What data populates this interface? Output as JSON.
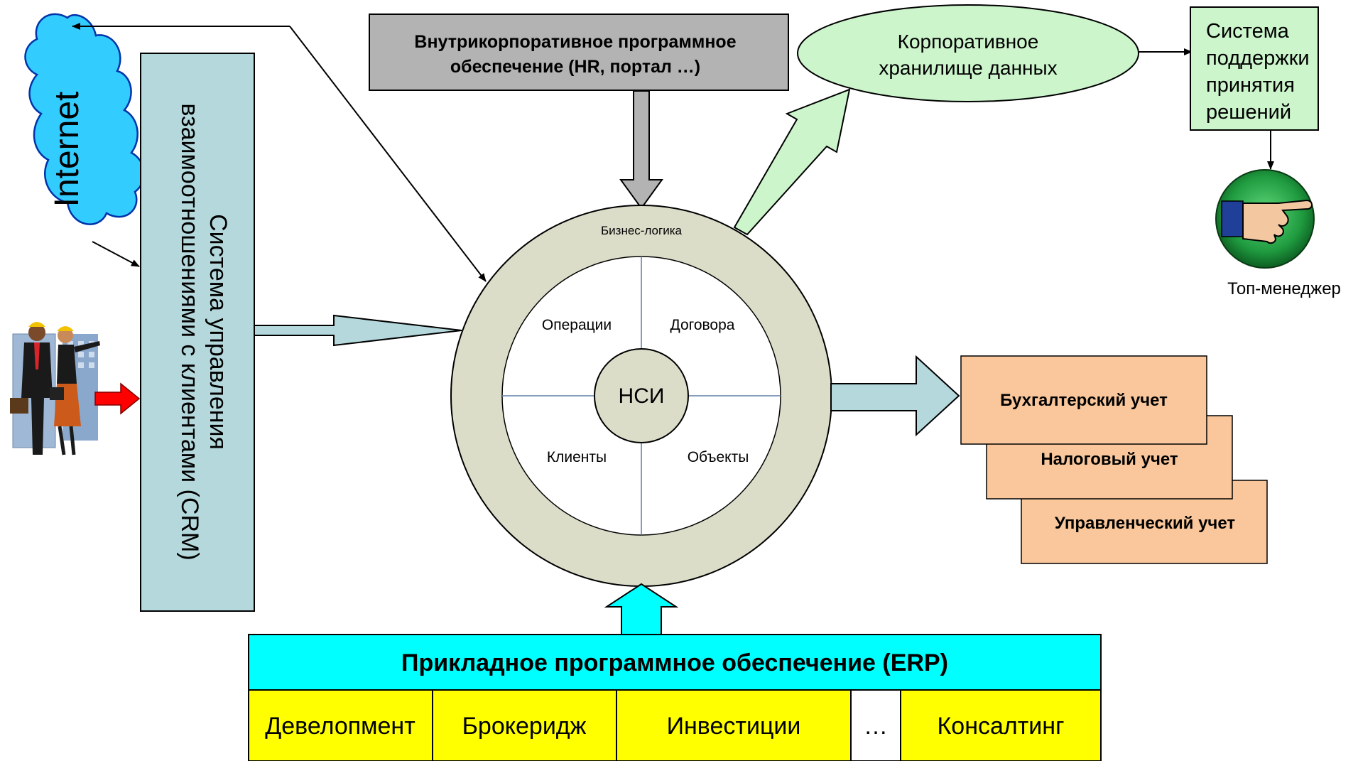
{
  "internet": {
    "label": "Internet"
  },
  "crm": {
    "label_line1": "Система управления",
    "label_line2": "взаимоотношениями с клиентами (CRM)"
  },
  "intranet": {
    "label_line1": "Внутрикорпоративное программное",
    "label_line2": "обеспечение (HR, портал …)"
  },
  "warehouse": {
    "label_line1": "Корпоративное",
    "label_line2": "хранилище данных"
  },
  "dss": {
    "lines": [
      "Система",
      "поддержки",
      "принятия",
      "решений"
    ]
  },
  "top_manager": {
    "label": "Топ-менеджер"
  },
  "core": {
    "ring_label": "Бизнес-логика",
    "center_label": "НСИ",
    "quadrants": {
      "top_left": "Операции",
      "top_right": "Договора",
      "bottom_left": "Клиенты",
      "bottom_right": "Объекты"
    }
  },
  "accounting": {
    "items": [
      "Бухгалтерский учет",
      "Налоговый учет",
      "Управленческий учет"
    ]
  },
  "erp": {
    "title": "Прикладное программное обеспечение (ERP)",
    "modules": [
      "Девелопмент",
      "Брокеридж",
      "Инвестиции",
      "…",
      "Консалтинг"
    ]
  },
  "colors": {
    "crm_fill": "#b4d8dc",
    "intranet_fill": "#b3b3b3",
    "warehouse_fill": "#ccf5cc",
    "dss_fill": "#ccf5cc",
    "ring_fill": "#dcddc9",
    "accounting_fill": "#f9c79b",
    "erp_title_fill": "#00ffff",
    "erp_module_fill": "#ffff00",
    "internet_fill": "#33ccff",
    "person_arrow": "#ff0000"
  }
}
